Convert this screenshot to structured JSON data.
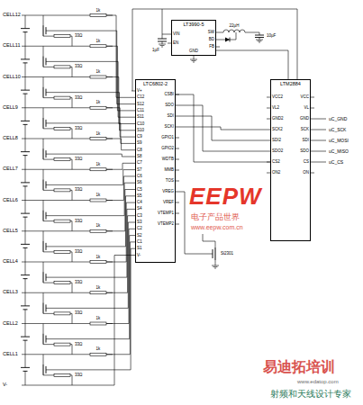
{
  "diagram": {
    "nodes": [
      {
        "text": [
          "LT3990-5"
        ]
      },
      {
        "text": [
          "LTC6802-2"
        ]
      },
      {
        "text": [
          "LTM2884"
        ]
      }
    ],
    "edges": [
      {
        "from": 1,
        "to": 2,
        "arrow": "none"
      },
      {
        "from": 0,
        "to": 2,
        "arrow": "none"
      }
    ],
    "labels": [
      "CELL12",
      "CELL11",
      "CELL10",
      "CELL9",
      "CELL8",
      "CELL7",
      "CELL6",
      "CELL5",
      "CELL4",
      "CELL3",
      "CELL2",
      "CELL1",
      "V-",
      "33Ω",
      "33Ω",
      "33Ω",
      "33Ω",
      "33Ω",
      "33Ω",
      "33Ω",
      "33Ω",
      "33Ω",
      "33Ω",
      "33Ω",
      "33Ω",
      "1k",
      "1k",
      "1k",
      "1k",
      "1k",
      "1k",
      "1k",
      "1k",
      "1k",
      "1k",
      "1k",
      "1k",
      "V+",
      "C12",
      "S12",
      "C11",
      "S11",
      "C10",
      "S10",
      "C9",
      "S9",
      "C8",
      "S8",
      "C7",
      "S7",
      "C6",
      "S6",
      "C5",
      "S5",
      "C4",
      "S4",
      "C3",
      "S3",
      "C2",
      "S2",
      "C1",
      "S1",
      "V-",
      "CSBI",
      "SDO",
      "SDI",
      "SCKI",
      "GPIO1",
      "GPIO2",
      "WDTB",
      "MMB",
      "TOS",
      "VREG",
      "VREF",
      "VTEMP1",
      "VTEMP2",
      "VCC2",
      "VL2",
      "GND2",
      "SCK2",
      "SDI2",
      "SDO2",
      "CS2",
      "ON2",
      "VCC",
      "VL",
      "GND",
      "SCK",
      "SDI",
      "SDO",
      "CS",
      "ON",
      "uC_GND",
      "uC_MISO",
      "uC_MOSI",
      "uC_SCK",
      "uC_CS",
      "VIN",
      "EN",
      "SW",
      "BD",
      "FB",
      "GND",
      "22µH",
      "10µF",
      "1µF",
      "Si2301",
      "EEPW",
      "电子产品世界",
      "www.eepw.com.cn",
      "易迪拓培训",
      "www.edatop.com",
      "射频和天线设计专家"
    ]
  }
}
